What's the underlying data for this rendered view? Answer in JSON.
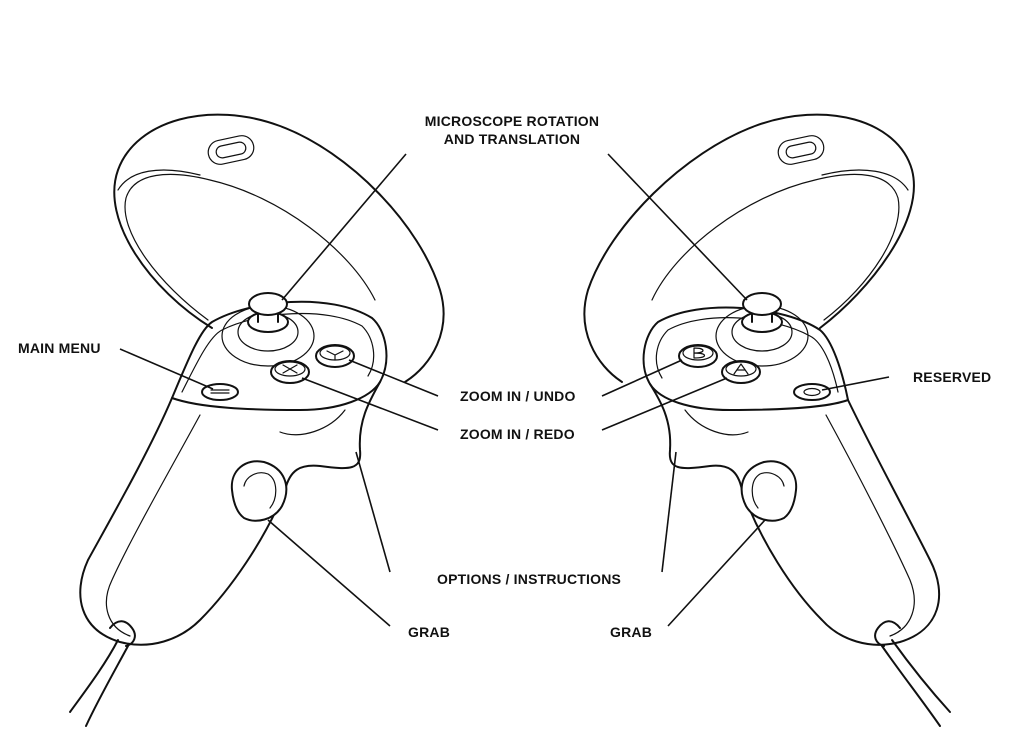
{
  "labels": {
    "microscope_line1": "MICROSCOPE ROTATION",
    "microscope_line2": "AND TRANSLATION",
    "main_menu": "MAIN MENU",
    "reserved": "RESERVED",
    "zoom_undo": "ZOOM IN / UNDO",
    "zoom_redo": "ZOOM IN / REDO",
    "options": "OPTIONS / INSTRUCTIONS",
    "grab_left": "GRAB",
    "grab_right": "GRAB"
  },
  "icons": {
    "left_controller": "left-vr-controller-icon",
    "right_controller": "right-vr-controller-icon"
  },
  "colors": {
    "line": "#111111",
    "background": "#ffffff"
  }
}
